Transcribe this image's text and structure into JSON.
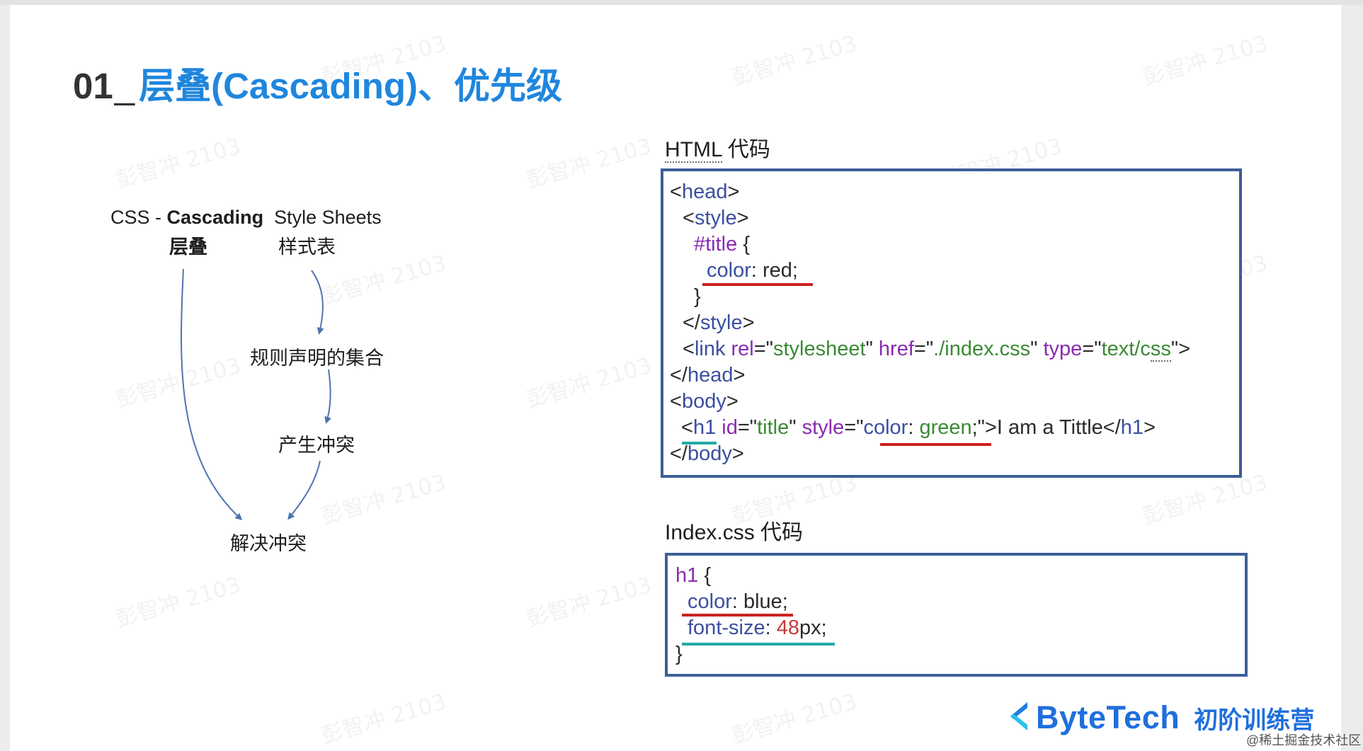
{
  "slide": {
    "title_number": "01",
    "title_text": "层叠(Cascading)、优先级"
  },
  "watermark": "彭智冲 2103",
  "diagram": {
    "css_label_pre": "CSS - ",
    "css_label_bold": "Cascading",
    "css_label_rest": "Style Sheets",
    "cascading_cn": "层叠",
    "stylesheets_cn": "样式表",
    "rules_collection": "规则声明的集合",
    "conflict": "产生冲突",
    "resolve": "解决冲突"
  },
  "html_code": {
    "heading_dotted": "HTML",
    "heading_rest": " 代码",
    "lines": {
      "l1_open": "<",
      "l1_tag": "head",
      "l1_close": ">",
      "l2_open": "<",
      "l2_tag": "style",
      "l2_close": ">",
      "l3_sel": "#title",
      "l3_brace": " {",
      "l4_prop": "color",
      "l4_val": ": red;",
      "l5_brace": "}",
      "l6_open": "</",
      "l6_tag": "style",
      "l6_close": ">",
      "l7_open": "<",
      "l7_tag": "link",
      "l7_a1": "rel",
      "l7_eq1": "=\"",
      "l7_v1": "stylesheet",
      "l7_q1": "\" ",
      "l7_a2": "href",
      "l7_eq2": "=\"",
      "l7_v2": "./index.css",
      "l7_q2": "\" ",
      "l7_a3": "type",
      "l7_eq3": "=\"",
      "l7_v3_plain": "text/c",
      "l7_v3_dotted": "ss",
      "l7_end": "\">",
      "l8_open": "</",
      "l8_tag": "head",
      "l8_close": ">",
      "l9_open": "<",
      "l9_tag": "body",
      "l9_close": ">",
      "l10_open": "<",
      "l10_tag": "h1",
      "l10_a1": " id",
      "l10_eq1": "=\"",
      "l10_v1": "title",
      "l10_q1": "\" ",
      "l10_a2": "style",
      "l10_eq2": "=\"",
      "l10_prop": "color",
      "l10_colon": ": ",
      "l10_v2": "green",
      "l10_semi": ";\">",
      "l10_text": "I am a Tittle</",
      "l10_ctag": "h1",
      "l10_end": ">",
      "l11_open": "</",
      "l11_tag": "body",
      "l11_close": ">"
    }
  },
  "css_code": {
    "heading": "Index.css 代码",
    "lines": {
      "c1_sel": "h1",
      "c1_brace": " {",
      "c2_prop": "color",
      "c2_val": ": blue;",
      "c3_prop": "font-size",
      "c3_colon": ": ",
      "c3_num": "48",
      "c3_unit": "px;",
      "c4_brace": "}"
    }
  },
  "brand": {
    "name": "ByteTech",
    "program": "初阶训练营",
    "credit": "@稀土掘金技术社区"
  },
  "colors": {
    "title_blue": "#1f86dd",
    "box_border": "#3d5e97",
    "underline_red": "#cc2020",
    "underline_teal": "#23aaa5"
  }
}
